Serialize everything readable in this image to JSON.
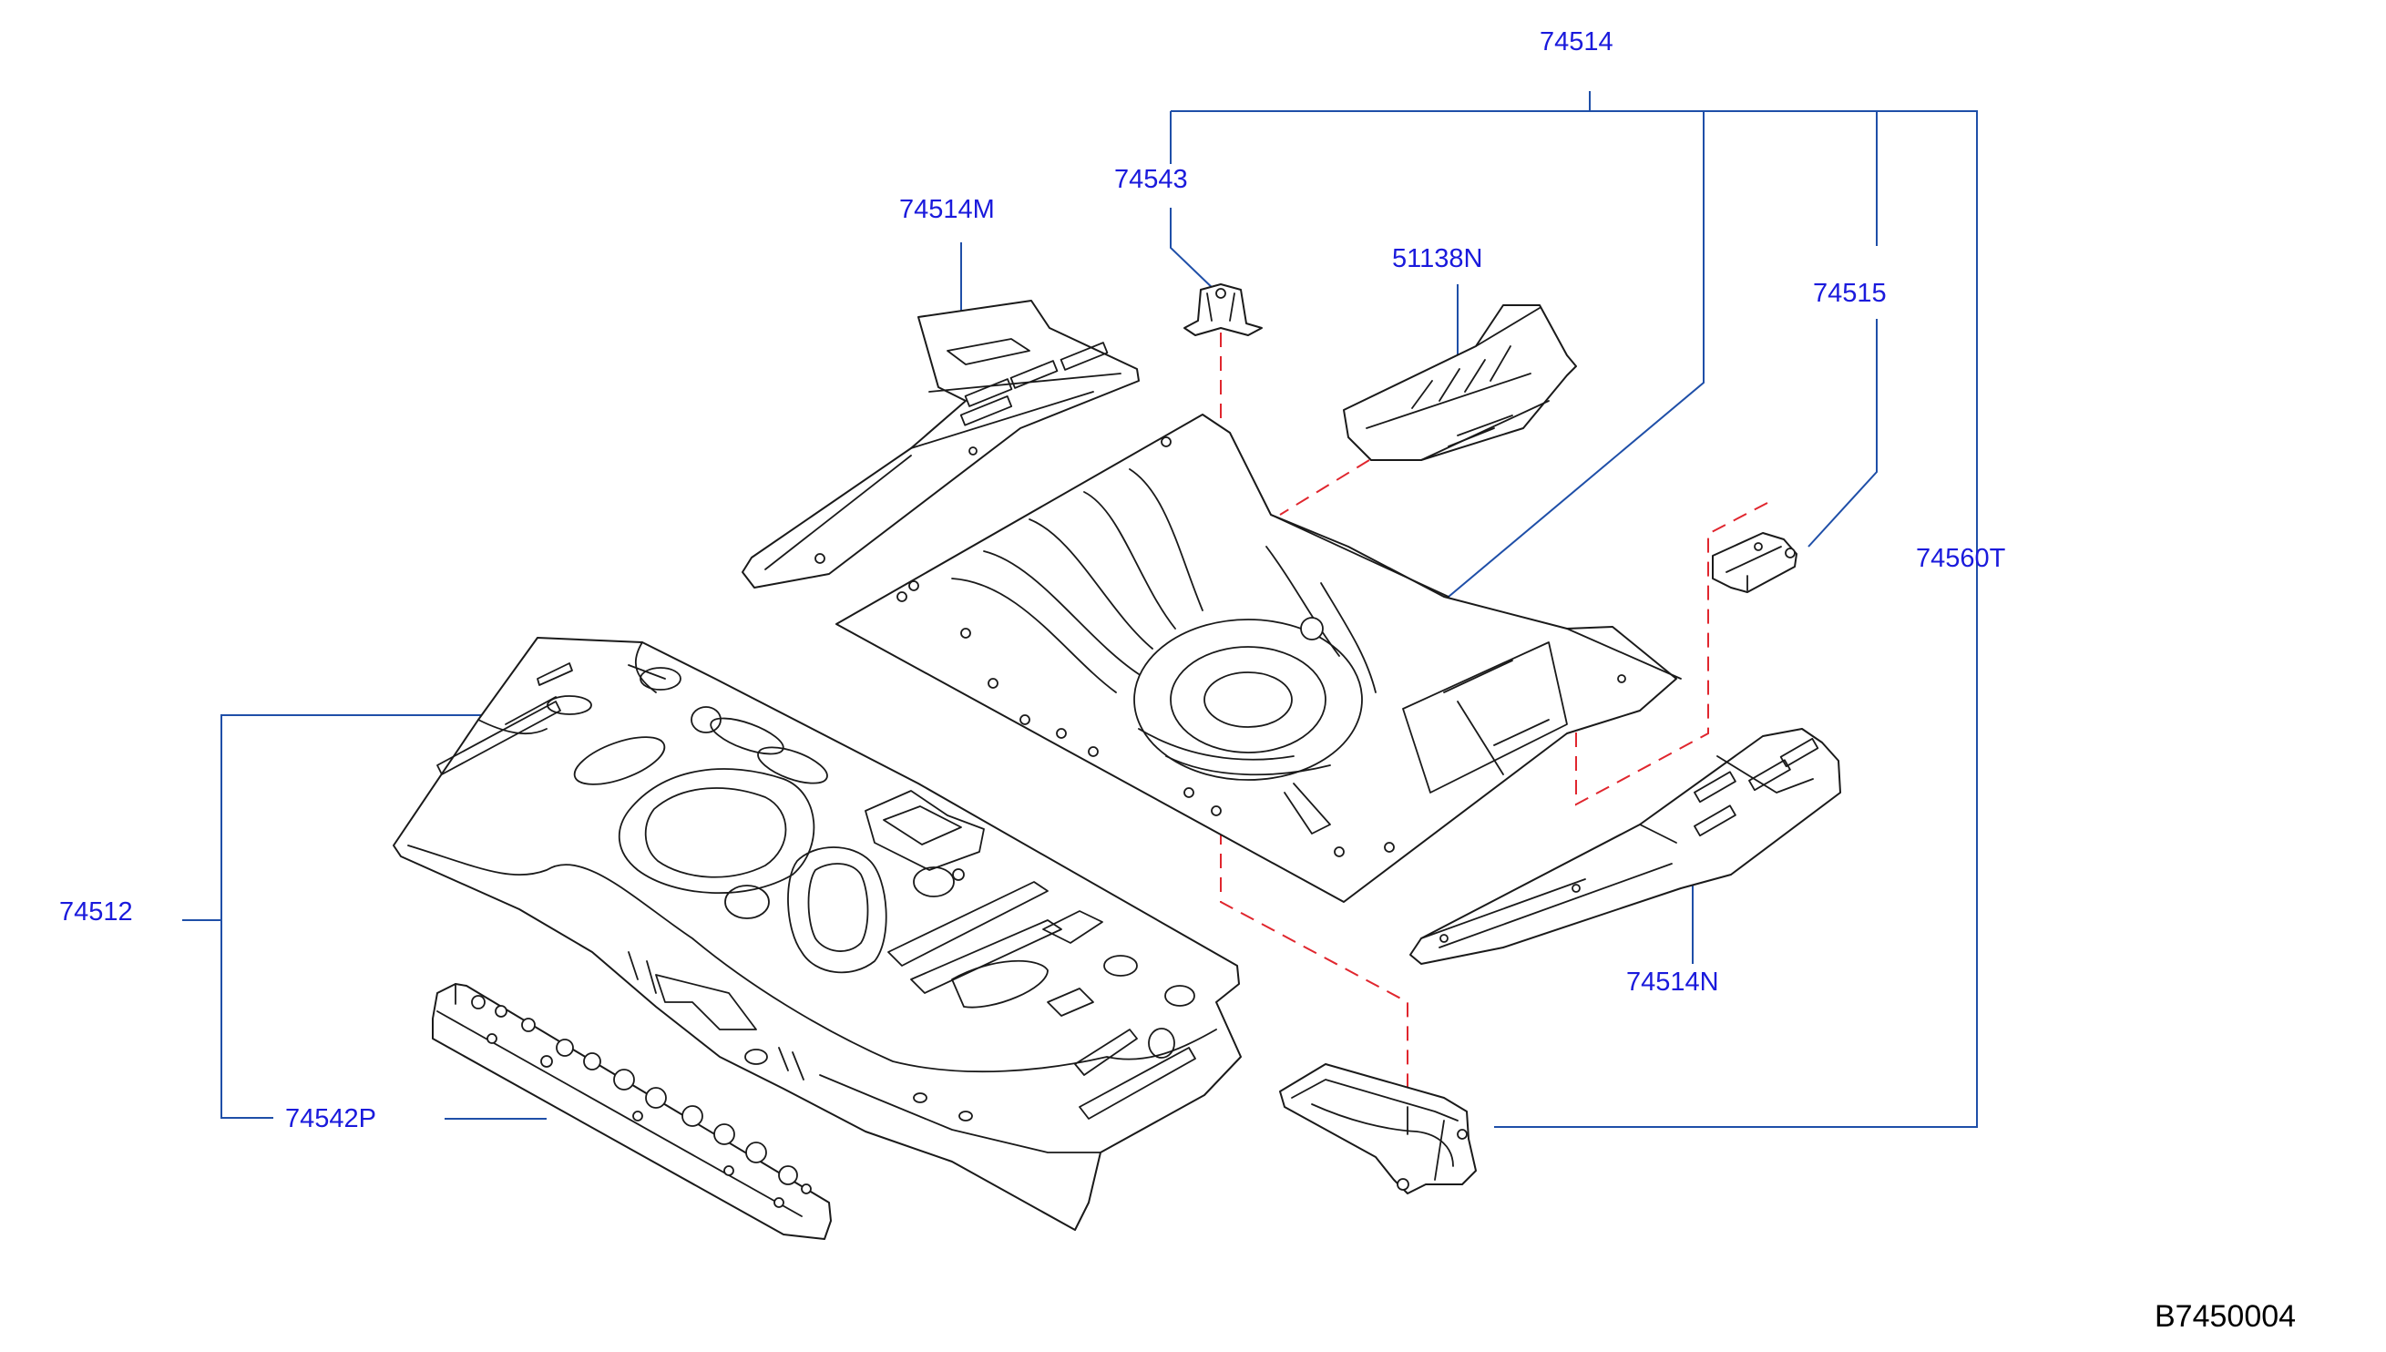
{
  "colors": {
    "leader": "#1f4fa8",
    "callout_text": "#1a1adc",
    "dashed": "#e0262e",
    "outline": "#1a1a1a",
    "background": "#ffffff",
    "drawing_no": "#000000"
  },
  "callouts": {
    "p74514": "74514",
    "p74543": "74543",
    "p74514M": "74514M",
    "p51138N": "51138N",
    "p74515": "74515",
    "p74560T": "74560T",
    "p74512": "74512",
    "p74514N": "74514N",
    "p74542P": "74542P"
  },
  "drawing_number": "B7450004"
}
